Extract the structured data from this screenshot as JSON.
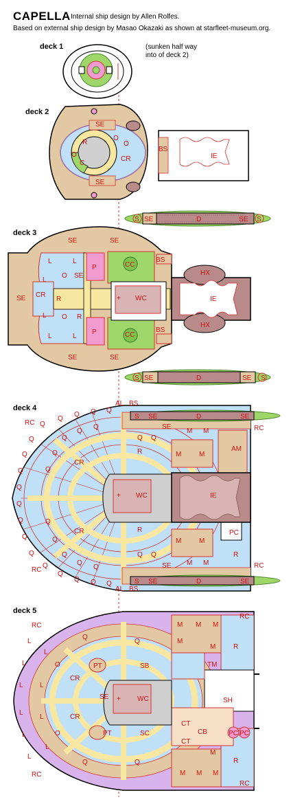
{
  "header": {
    "title": "CAPELLA",
    "byline": "Internal ship design by Allen Rolfes.",
    "subtitle": "Based on external ship design by Masao Okazaki as shown  at starfleet-museum.org."
  },
  "notes": {
    "deck1_line1": "(sunken half way",
    "deck1_line2": "into of deck 2)"
  },
  "decks": {
    "d1": "deck 1",
    "d2": "deck 2",
    "d3": "deck 3",
    "d4": "deck 4",
    "d5": "deck 5"
  },
  "labels": {
    "SE": "SE",
    "R": "R",
    "O": "O",
    "C": "C",
    "CR": "CR",
    "BS": "BS",
    "IE": "IE",
    "S": "S",
    "D": "D",
    "L": "L",
    "P": "P",
    "CC": "CC",
    "HX": "HX",
    "WC": "WC",
    "plus": "+",
    "RC": "RC",
    "Q": "Q",
    "AL": "AL",
    "M": "M",
    "AM": "AM",
    "PC": "PC",
    "PT": "PT",
    "SB": "SB",
    "SC": "SC",
    "TM": "TM",
    "SH": "SH",
    "CT": "CT",
    "CB": "CB"
  },
  "colors": {
    "hull": "#e3c9a3",
    "room_blue": "#bfe0f7",
    "corridor": "#f8e7a0",
    "wall_red": "#d63030",
    "engine_mauve": "#b98a8a",
    "warp_core": "#d8b4b4",
    "green": "#9fd66a",
    "pink": "#f29bd0",
    "lilac": "#d9b3ec",
    "label_red": "#cc1111"
  }
}
